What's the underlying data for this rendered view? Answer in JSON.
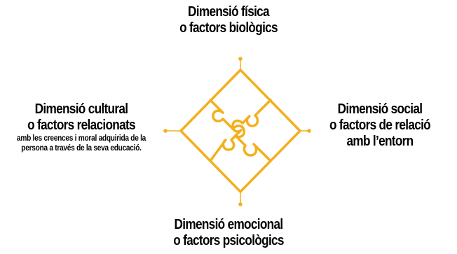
{
  "accent_color": "#F2B01E",
  "dimensions": {
    "top": {
      "title_line1": "Dimensió física",
      "title_line2": "o factors biològics"
    },
    "left": {
      "title_line1": "Dimensió cultural",
      "title_line2": "o factors relacionats",
      "description": "amb les creences i moral adquirida de la persona a través de la seva educació."
    },
    "right": {
      "title_line1": "Dimensió social",
      "title_line2": "o factors de relació",
      "title_line3": "amb l’entorn"
    },
    "bottom": {
      "title_line1": "Dimensió emocional",
      "title_line2": "o factors psicològics"
    }
  },
  "icon": "puzzle-diamond-icon"
}
